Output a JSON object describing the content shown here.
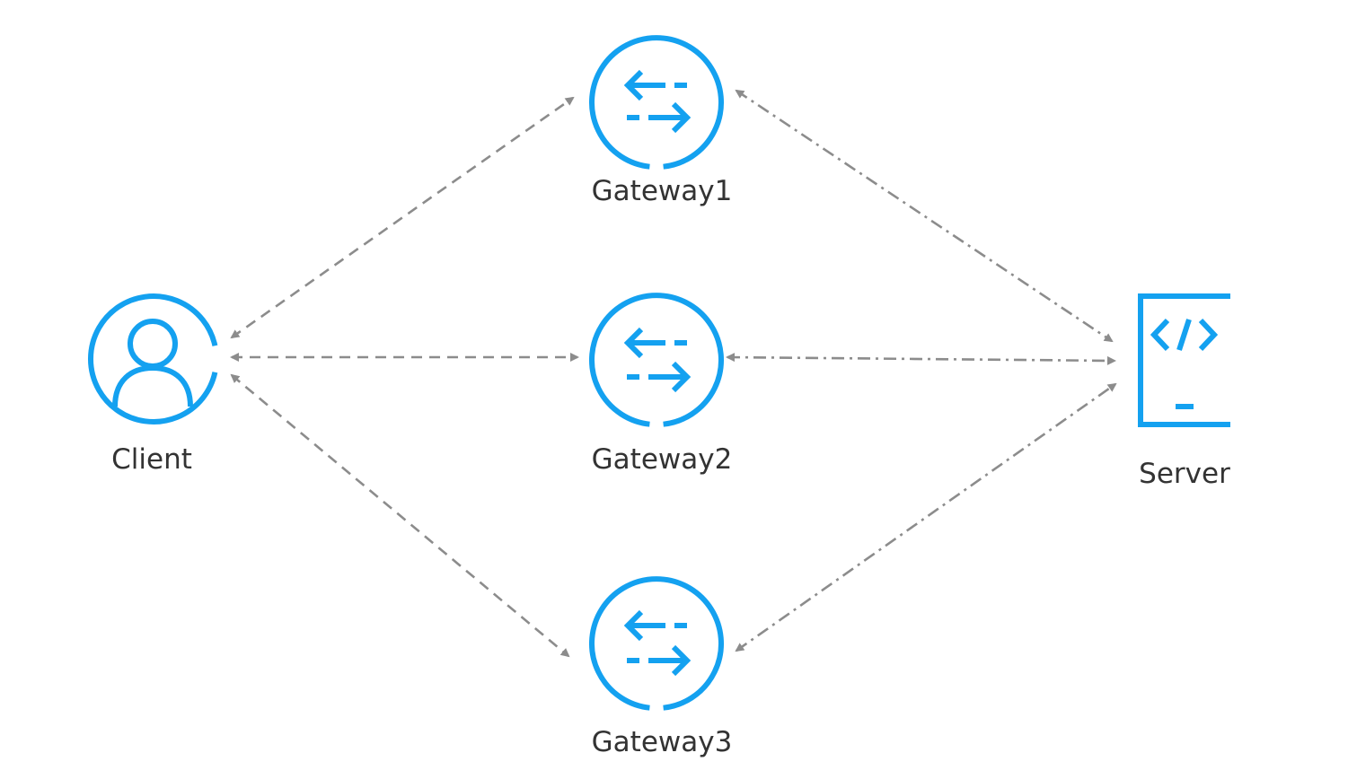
{
  "colors": {
    "icon": "#14a1f0",
    "edge": "#8c8c8c",
    "label": "#333333",
    "background": "#ffffff"
  },
  "nodes": {
    "client": {
      "label": "Client",
      "icon": "user-icon"
    },
    "gateway1": {
      "label": "Gateway1",
      "icon": "exchange-arrows-icon"
    },
    "gateway2": {
      "label": "Gateway2",
      "icon": "exchange-arrows-icon"
    },
    "gateway3": {
      "label": "Gateway3",
      "icon": "exchange-arrows-icon"
    },
    "server": {
      "label": "Server",
      "icon": "code-tablet-icon"
    }
  },
  "edges": [
    {
      "from": "client",
      "to": "gateway1",
      "style": "dashed",
      "direction": "both"
    },
    {
      "from": "client",
      "to": "gateway2",
      "style": "dashed",
      "direction": "both"
    },
    {
      "from": "client",
      "to": "gateway3",
      "style": "dashed",
      "direction": "both"
    },
    {
      "from": "gateway1",
      "to": "server",
      "style": "dash-dot",
      "direction": "both"
    },
    {
      "from": "gateway2",
      "to": "server",
      "style": "dash-dot",
      "direction": "both"
    },
    {
      "from": "gateway3",
      "to": "server",
      "style": "dash-dot",
      "direction": "both"
    }
  ]
}
